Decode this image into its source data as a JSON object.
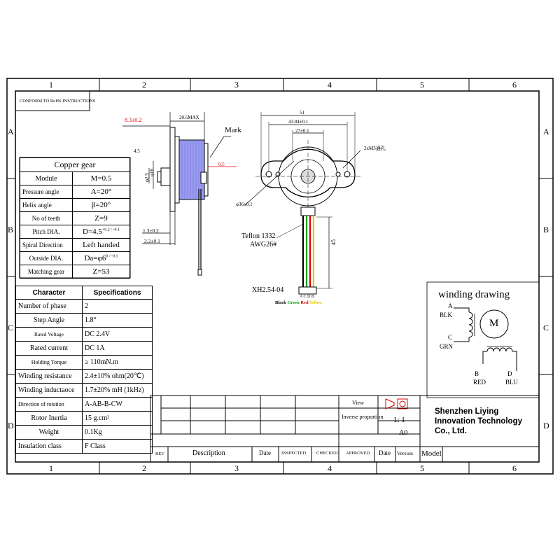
{
  "grid": {
    "columns": [
      "1",
      "2",
      "3",
      "4",
      "5",
      "6"
    ],
    "rows": [
      "A",
      "B",
      "C",
      "D"
    ]
  },
  "rohs_note": "CONFORM TO RoHS INSTRUCTIONS",
  "side_view": {
    "dim_83": "8.3±0.2",
    "dim_205": "20.5MAX",
    "dim_45": "4.5",
    "dim_16": "φ16",
    "dim_25": "φ2.5",
    "dim_05": "0.5",
    "dim_13": "1.3±0.2",
    "dim_22": "2.2±0.1",
    "mark_label": "Mark"
  },
  "front_view": {
    "dim_51": "51",
    "dim_4384": "43.84±0.1",
    "dim_27": "27±0.1",
    "dim_36": "φ36±0.1",
    "hole_note": "2xM3通孔",
    "lead_length": "45",
    "wire_type_1": "Teflon 1332",
    "wire_type_2": "AWG26#",
    "connector": "XH2.54-04",
    "pins": "A C D B",
    "colors": [
      {
        "name": "Black",
        "color": "#000000"
      },
      {
        "name": "Green",
        "color": "#00a000"
      },
      {
        "name": "Red",
        "color": "#e00000"
      },
      {
        "name": "Yellow",
        "color": "#e8c800"
      }
    ]
  },
  "gear_table": {
    "title": "Copper gear",
    "rows": [
      [
        "Module",
        "M=0.5"
      ],
      [
        "Pressure angle",
        "A=20°"
      ],
      [
        "Helix angle",
        "β=20°"
      ],
      [
        "No of teeth",
        "Z=9"
      ],
      [
        "Pitch DIA.",
        "D=4.5"
      ],
      [
        "Spiral Direction",
        "Left handed"
      ],
      [
        "Outside DIA.",
        "Da=φ6"
      ],
      [
        "Matching gear",
        "Z=53"
      ]
    ],
    "pitch_tol": "+0.2 / -0.1",
    "outside_tol": "0 / -0.1"
  },
  "spec_table": {
    "header": [
      "Character",
      "Specifications"
    ],
    "rows": [
      [
        "Number of phase",
        "2"
      ],
      [
        "Step Angle",
        "1.8°"
      ],
      [
        "Rated Voltage",
        "DC  2.4V"
      ],
      [
        "Rated current",
        "DC 1A"
      ],
      [
        "Holding Torque",
        "≥ 110mN.m"
      ],
      [
        "Winding resistance",
        "2.4±10% ohm(20℃)"
      ],
      [
        "Winding inductaoce",
        "1.7±20% mH (1kHz)"
      ],
      [
        "Direction of rotation",
        "A-AB-B-CW"
      ],
      [
        "Rotor Inertia",
        "15  g.cm²"
      ],
      [
        "Weight",
        "0.1Kg"
      ],
      [
        "Insulation class",
        "F Class"
      ]
    ]
  },
  "winding": {
    "title": "winding drawing",
    "motor": "M",
    "a": "A",
    "blk": "BLK",
    "c": "C",
    "grn": "GRN",
    "b": "B",
    "red": "RED",
    "d": "D",
    "blu": "BLU"
  },
  "title_block": {
    "view": "View",
    "proportion": "Inverse proportion",
    "scale": "1: 1",
    "size": "A0",
    "company_1": "Shenzhen Liying",
    "company_2": "Innovation Technology",
    "company_3": "Co., Ltd.",
    "rev": "REV",
    "description": "Description",
    "date": "Date",
    "inspected": "INSPECTED",
    "checked": "CHECKED",
    "approved": "APPROVED",
    "date2": "Date",
    "version": "Version",
    "model": "Model"
  }
}
